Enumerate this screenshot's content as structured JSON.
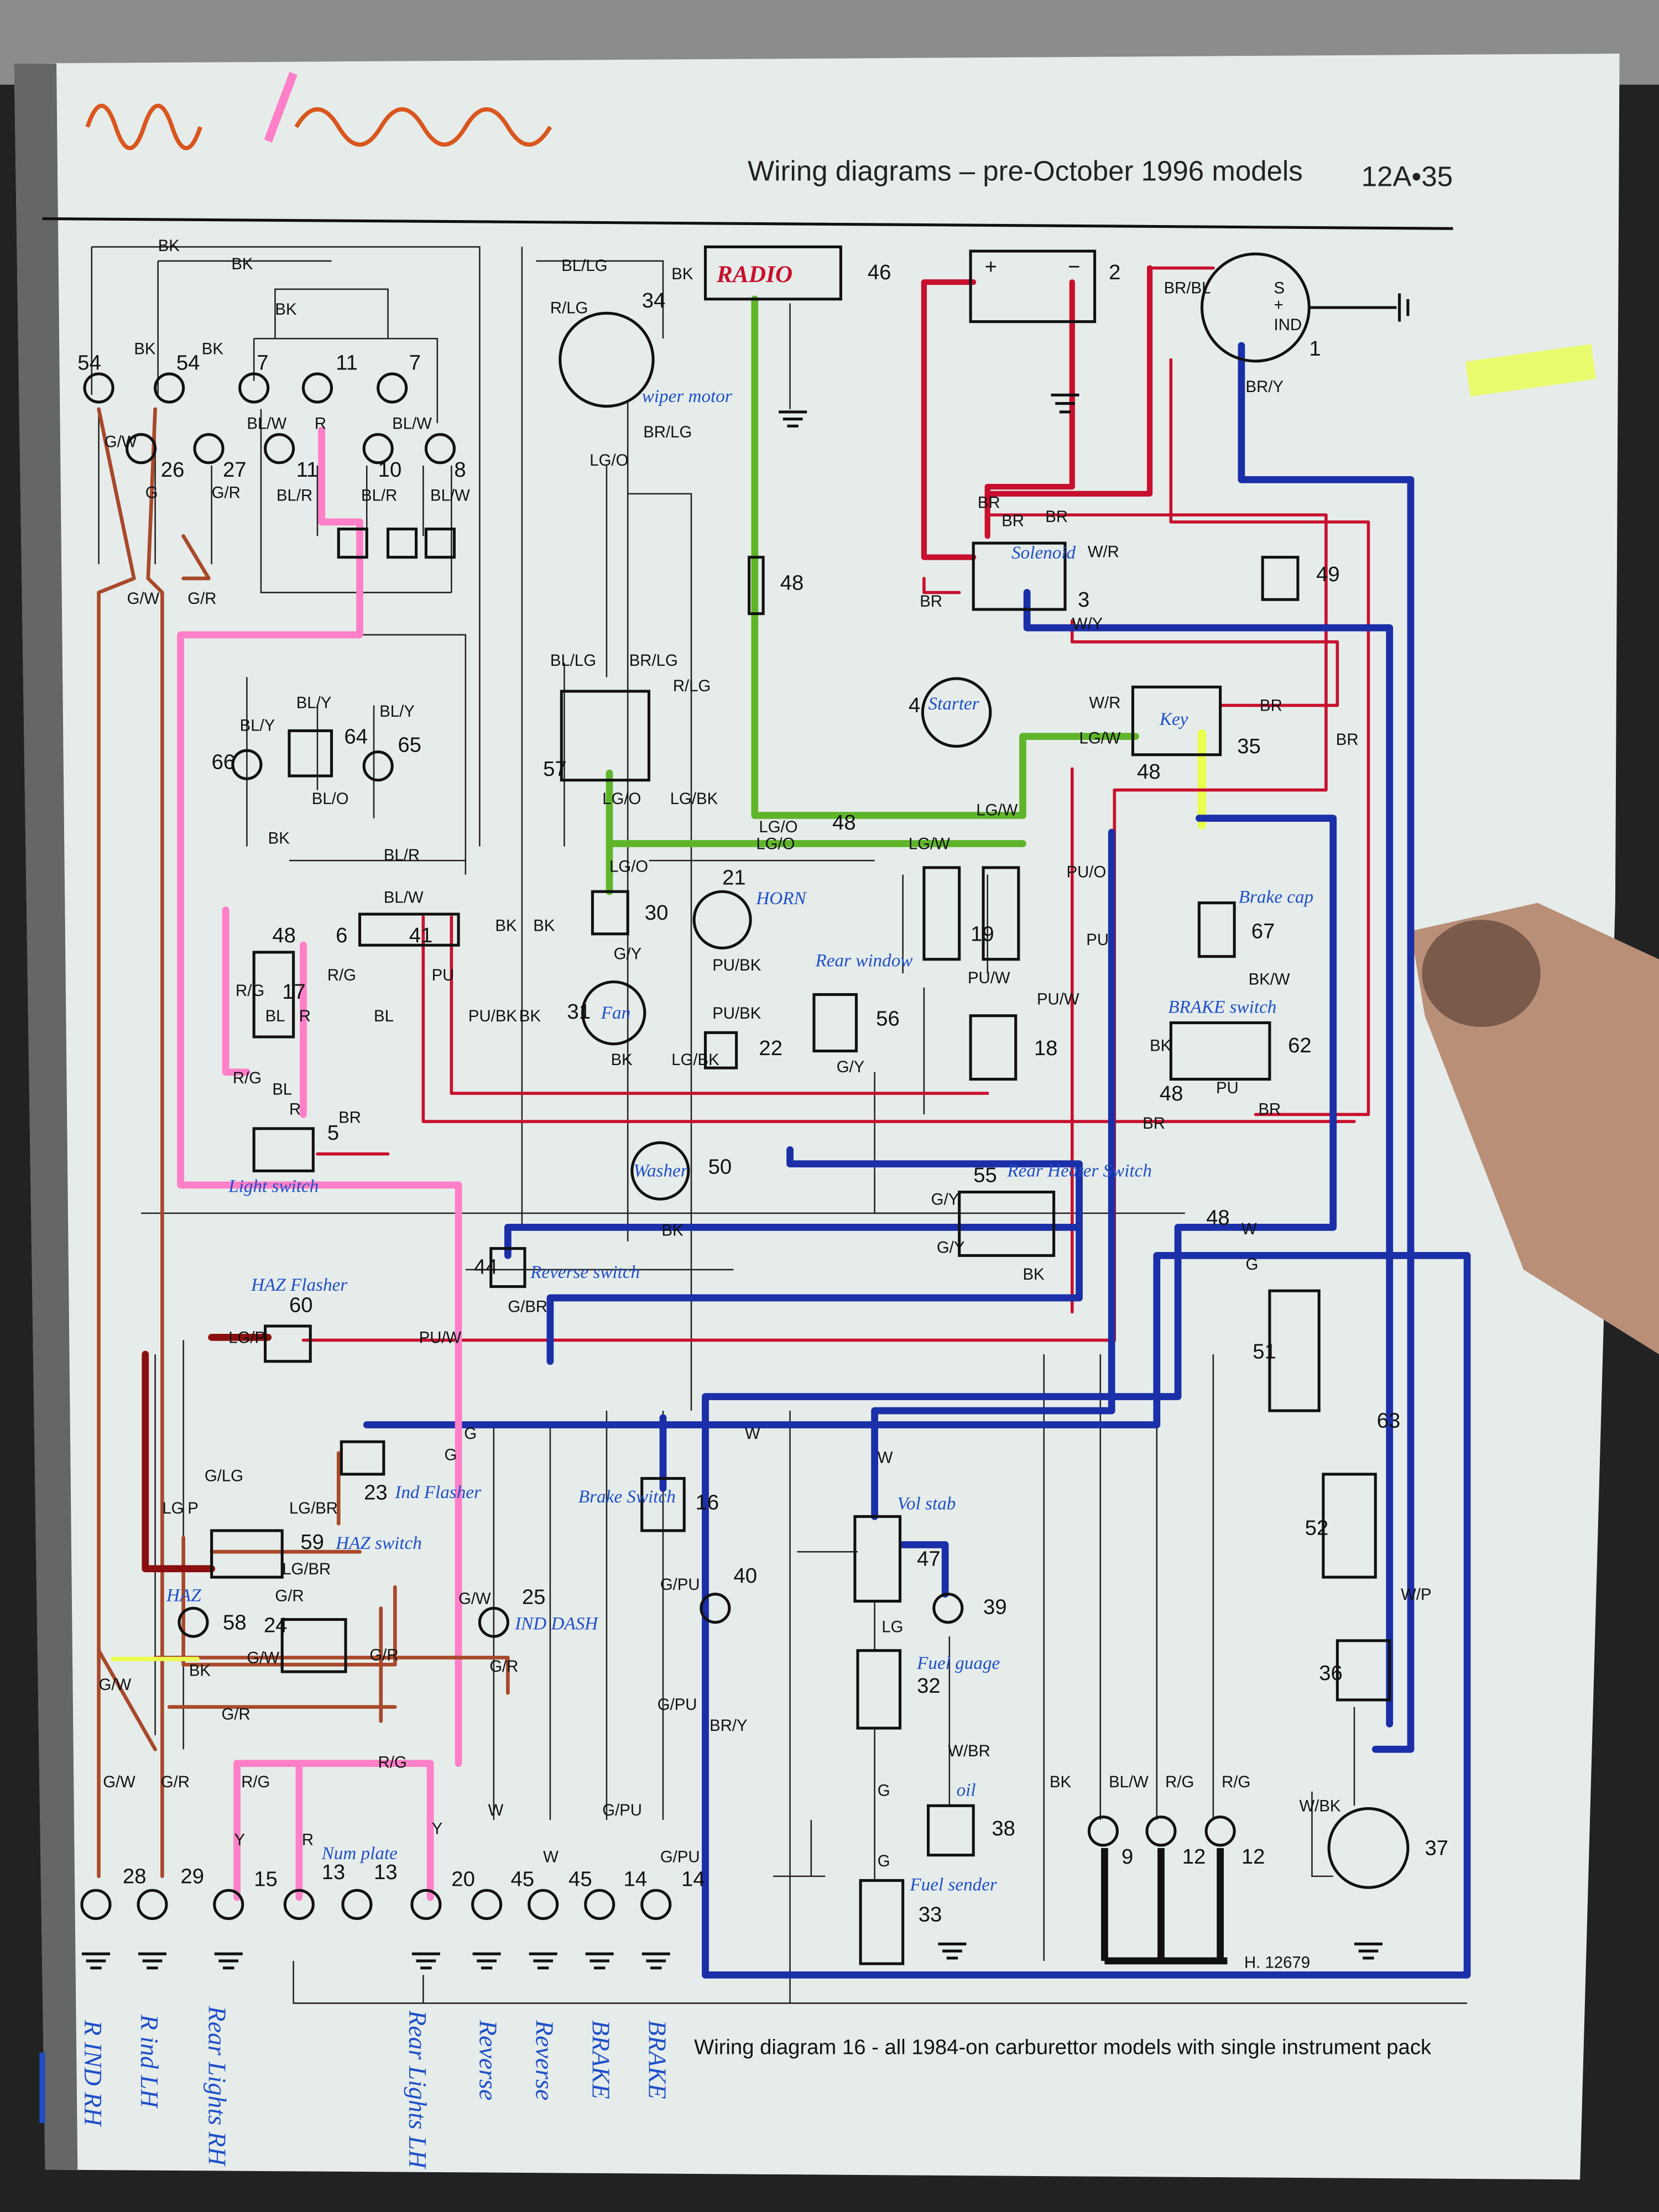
{
  "header": {
    "title": "Wiring diagrams – pre-October 1996 models",
    "page": "12A•35"
  },
  "caption": "Wiring diagram 16 - all 1984-on carburettor models with single instrument pack",
  "drawing_number": "H. 12679",
  "radio_label": "RADIO",
  "battery_terminals": [
    "+",
    "−"
  ],
  "ignition_terminals": [
    "S",
    "+",
    "IND"
  ],
  "component_numbers": [
    "54",
    "54",
    "26",
    "27",
    "7",
    "11",
    "11",
    "7",
    "10",
    "8",
    "34",
    "46",
    "2",
    "1",
    "48",
    "3",
    "49",
    "4",
    "35",
    "57",
    "64",
    "66",
    "65",
    "6",
    "41",
    "48",
    "17",
    "30",
    "21",
    "19",
    "31",
    "22",
    "56",
    "18",
    "67",
    "62",
    "5",
    "50",
    "55",
    "44",
    "60",
    "51",
    "63",
    "52",
    "23",
    "16",
    "47",
    "39",
    "40",
    "59",
    "58",
    "24",
    "25",
    "32",
    "38",
    "33",
    "36",
    "37",
    "28",
    "29",
    "15",
    "13",
    "13",
    "20",
    "45",
    "45",
    "14",
    "14",
    "9",
    "12",
    "12",
    "48",
    "48",
    "48",
    "48"
  ],
  "wire_labels": [
    "BK",
    "BK",
    "BK",
    "BK",
    "BK",
    "G/W",
    "G",
    "G/R",
    "BL/W",
    "R",
    "BL/R",
    "BL/W",
    "BL/R",
    "BL/W",
    "G/W",
    "G/R",
    "BL/LG",
    "BK",
    "R/LG",
    "BR/LG",
    "LG/O",
    "BR/BL",
    "BR/Y",
    "BR",
    "BR",
    "BR",
    "W/R",
    "BR",
    "W/Y",
    "W/R",
    "BR",
    "LG/W",
    "BR",
    "LG/W",
    "BL/LG",
    "BR/LG",
    "R/LG",
    "LG/O",
    "LG/BK",
    "LG/O",
    "LG/O",
    "LG/W",
    "LG/O",
    "BL/Y",
    "BL/Y",
    "BL/Y",
    "BL/O",
    "BK",
    "BL/R",
    "BL/W",
    "BK",
    "BK",
    "PU",
    "PU/BK",
    "BK",
    "BL",
    "R/G",
    "R/G",
    "BL",
    "R",
    "R/G",
    "BL",
    "R",
    "BR",
    "G/Y",
    "BK",
    "PU/BK",
    "PU/BK",
    "LG/BK",
    "G/Y",
    "PU/O",
    "PU",
    "PU/W",
    "PU/W",
    "BK/W",
    "BK",
    "PU",
    "BR",
    "BR",
    "G/Y",
    "G/Y",
    "BK",
    "BK",
    "G/BR",
    "LG/P",
    "PU/W",
    "W",
    "G",
    "G",
    "G",
    "W",
    "W",
    "G/LG",
    "LG/BR",
    "LG",
    "P",
    "LG/BR",
    "G/R",
    "G/W",
    "G/R",
    "BK",
    "G/W",
    "G/R",
    "G/W",
    "G/R",
    "G/PU",
    "G/PU",
    "BR/Y",
    "LG",
    "G",
    "W/BR",
    "G",
    "W/P",
    "R/G",
    "G/W",
    "G/R",
    "R/G",
    "Y",
    "R",
    "Y",
    "W",
    "W",
    "G/PU",
    "G/PU",
    "BK",
    "BL/W",
    "R/G",
    "R/G",
    "W/BK"
  ],
  "annotations": [
    "wiper motor",
    "Starter",
    "Solenoid",
    "Key",
    "HORN",
    "Fan",
    "Rear window",
    "Brake cap",
    "BRAKE switch",
    "Rear Heater Switch",
    "Washer",
    "Reverse switch",
    "HAZ Flasher",
    "Ind Flasher",
    "HAZ switch",
    "HAZ",
    "IND DASH",
    "Brake Switch",
    "Vol stab",
    "Fuel guage",
    "oil",
    "Fuel sender",
    "Num plate",
    "Light switch"
  ],
  "bottom_annotations": [
    "R IND RH",
    "R ind LH",
    "Rear Lights RH",
    "Rear Lights LH",
    "Reverse",
    "Reverse",
    "BRAKE",
    "BRAKE"
  ],
  "colors": {
    "paper": "#e6ecea",
    "green_marker": "#5fb52a",
    "red_marker": "#c8102e",
    "blue_marker": "#1a2fa8",
    "pink_marker": "#ff7fc8",
    "brown_marker": "#a8492a",
    "pen_blue": "#1f4fc8"
  }
}
